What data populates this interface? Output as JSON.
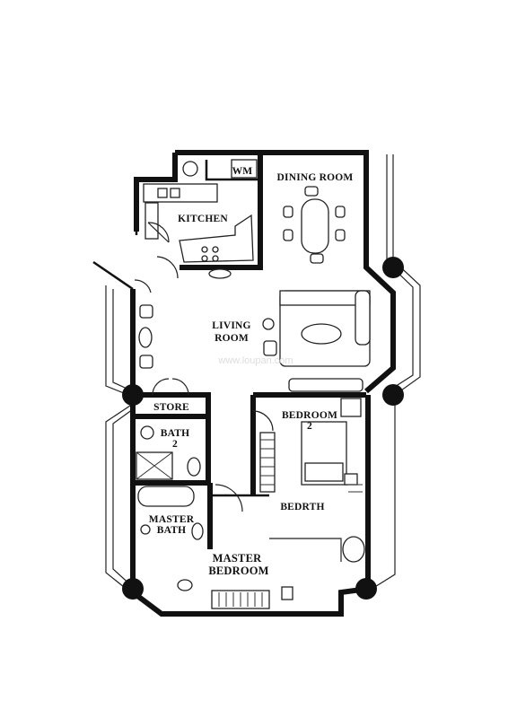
{
  "rooms": {
    "wm": "WM",
    "dining": "DINING ROOM",
    "kitchen": "KITCHEN",
    "living_1": "LIVING",
    "living_2": "ROOM",
    "store": "STORE",
    "bath2_1": "BATH",
    "bath2_2": "2",
    "bedroom2_1": "BEDROOM",
    "bedroom2_2": "2",
    "bedroom_corner": "BEDRTH",
    "master_bath_1": "MASTER",
    "master_bath_2": "BATH",
    "master_bed_1": "MASTER",
    "master_bed_2": "BEDROOM"
  },
  "watermark": "www.loupan.com"
}
